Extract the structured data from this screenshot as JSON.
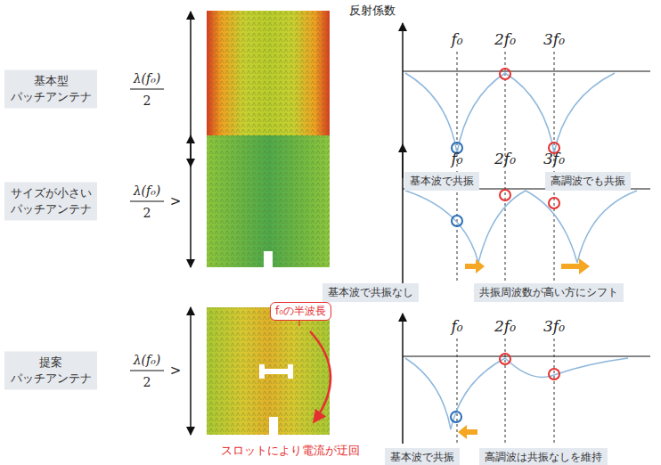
{
  "diagram": {
    "nodes": [
      {
        "text": [
          "基本型 パッチアンテナ"
        ]
      },
      {
        "text": [
          "サイズが小さい パッチアンテナ"
        ]
      },
      {
        "text": [
          "提案 パッチアンテナ"
        ]
      },
      {
        "text": [
          "基本波で共振"
        ]
      },
      {
        "text": [
          "高調波でも共振"
        ]
      },
      {
        "text": [
          "基本波で共振なし"
        ]
      },
      {
        "text": [
          "共振周波数が高い方にシフト"
        ]
      },
      {
        "text": [
          "基本波で共振"
        ]
      },
      {
        "text": [
          "高調波は共振なしを維持"
        ]
      },
      {
        "text": [
          "f₀の半波長"
        ]
      }
    ],
    "labels": [
      "反射係数",
      "λ(f₀)",
      "2",
      "λ(f₀)",
      "2",
      ">",
      "λ(f₀)",
      "2",
      ">",
      "f₀",
      "2f₀",
      "3f₀",
      "f₀",
      "2f₀",
      "3f₀",
      "f₀",
      "2f₀",
      "3f₀",
      "スロットにより電流が迂回"
    ]
  }
}
